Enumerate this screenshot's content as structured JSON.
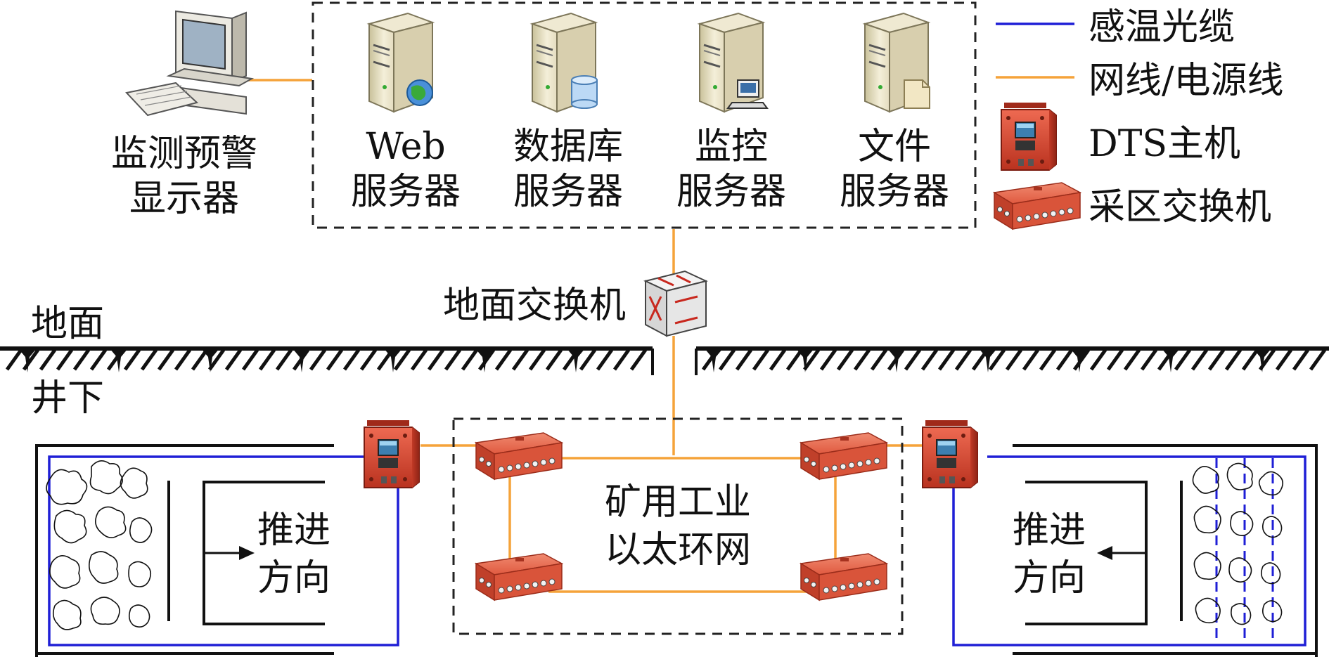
{
  "legend": {
    "fiber": "感温光缆",
    "netline": "网线/电源线",
    "dts": "DTS主机",
    "zoneswitch": "采区交换机"
  },
  "monitor": {
    "line1": "监测预警",
    "line2": "显示器"
  },
  "servers": [
    {
      "line1": "Web",
      "line2": "服务器",
      "badge": "globe-icon"
    },
    {
      "line1": "数据库",
      "line2": "服务器",
      "badge": "database-icon"
    },
    {
      "line1": "监控",
      "line2": "服务器",
      "badge": "workstation-icon"
    },
    {
      "line1": "文件",
      "line2": "服务器",
      "badge": "file-icon"
    }
  ],
  "ground_switch": "地面交换机",
  "surface": "地面",
  "underground": "井下",
  "ring": {
    "line1": "矿用工业",
    "line2": "以太环网"
  },
  "advance_left": {
    "line1": "推进",
    "line2": "方向"
  },
  "advance_right": {
    "line1": "推进",
    "line2": "方向"
  },
  "colors": {
    "fiber": "#1f1fd6",
    "netline": "#f5a33a",
    "device_red": "#d94a34"
  }
}
